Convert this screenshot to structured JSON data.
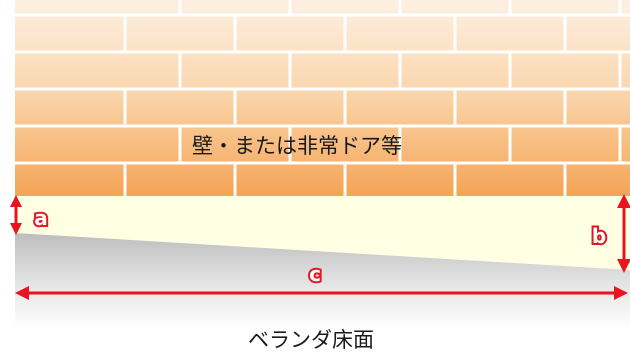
{
  "wall_label": "壁・または非常ドア等",
  "floor_label": "ベランダ床面",
  "dimension_labels": {
    "a": "a",
    "b": "b",
    "c": "c"
  },
  "colors": {
    "brick_top": "#fdf0e2",
    "brick_bottom": "#f4a455",
    "mortar": "#ffffff",
    "gap_fill": "#ffffe4",
    "floor_top": "#bdbdbd",
    "dimension": "#e8141f",
    "text": "#1a1a1a"
  }
}
